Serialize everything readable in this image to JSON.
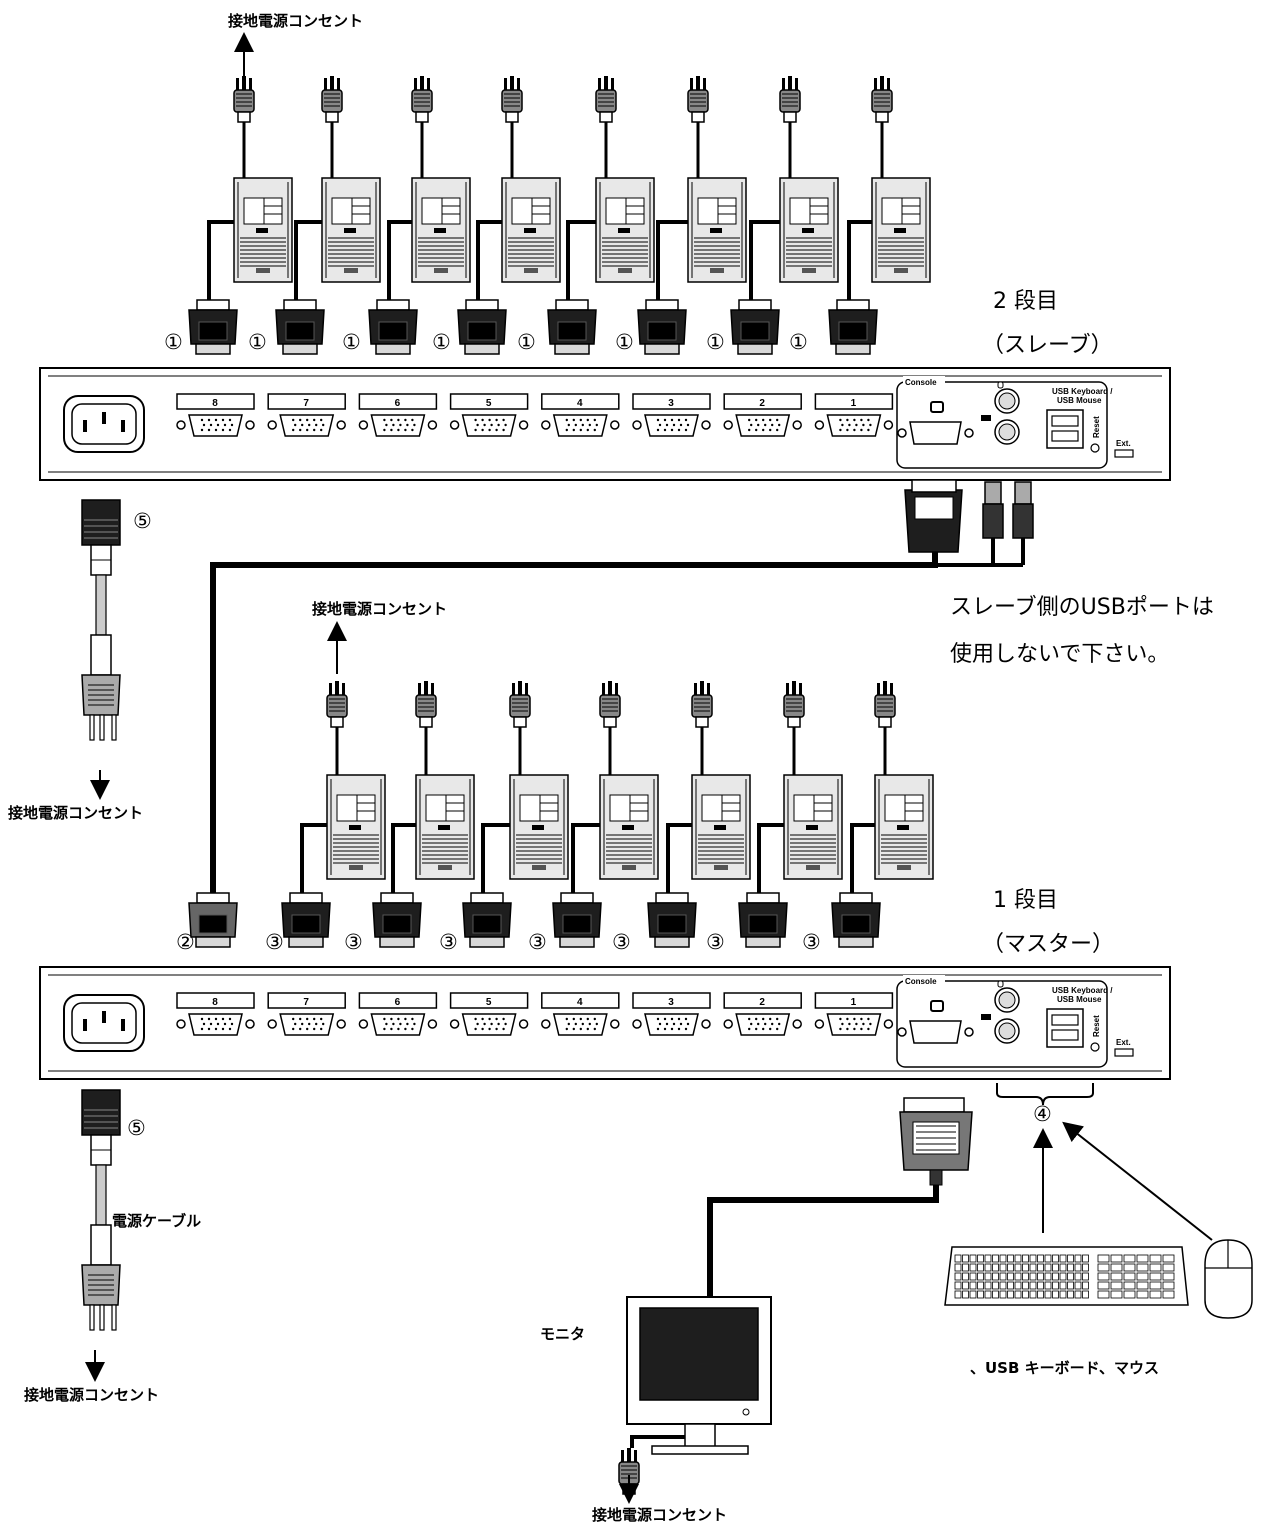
{
  "labels": {
    "ground_outlet": "接地電源コンセント",
    "tier2_line1": "2 段目",
    "tier2_line2": "（スレーブ）",
    "tier1_line1": "1 段目",
    "tier1_line2": "（マスター）",
    "slave_usb_note_line1": "スレーブ側のUSBポートは",
    "slave_usb_note_line2": "使用しないで下さい。",
    "power_cable": "電源ケーブル",
    "monitor": "モニタ",
    "keyboard_mouse": "、USB キーボード、マウス",
    "console": "Console",
    "usb_kbd_mouse_1": "USB Keyboard /",
    "usb_kbd_mouse_2": "USB Mouse",
    "reset": "Reset",
    "ext": "Ext."
  },
  "markers": {
    "m1": "①",
    "m2": "②",
    "m3": "③",
    "m4": "④",
    "m5": "⑤"
  },
  "port_numbers": [
    "8",
    "7",
    "6",
    "5",
    "4",
    "3",
    "2",
    "1"
  ],
  "colors": {
    "cable": "#000000",
    "computer_body": "#e6e6e6",
    "connector_dark": "#2a2a2a",
    "outline": "#000000"
  }
}
